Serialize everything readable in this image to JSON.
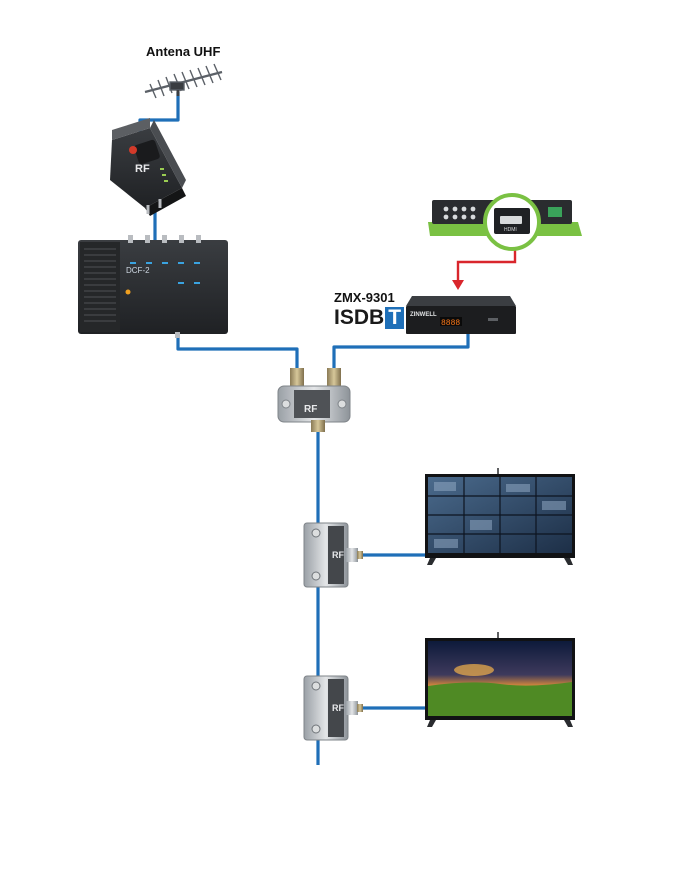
{
  "labels": {
    "antenna": "Antena UHF",
    "receiver_model": "ZMX-9301",
    "isdb_prefix": "ISDB",
    "isdb_suffix": "T"
  },
  "device_text": {
    "headend_model": "DCF-2",
    "amplifier_logo": "RF",
    "splitter_logo": "RF",
    "tap1_logo": "RF",
    "tap2_logo": "RF",
    "receiver_brand": "ZINWELL",
    "receiver_display": "8888",
    "dvr_port": "HDMI"
  },
  "colors": {
    "cable_blue": "#1f6fb8",
    "hdmi_arrow_red": "#d9262c",
    "dvr_highlight_green": "#7ac143",
    "device_dark": "#2b2d30",
    "device_metal": "#c9cbcd"
  }
}
